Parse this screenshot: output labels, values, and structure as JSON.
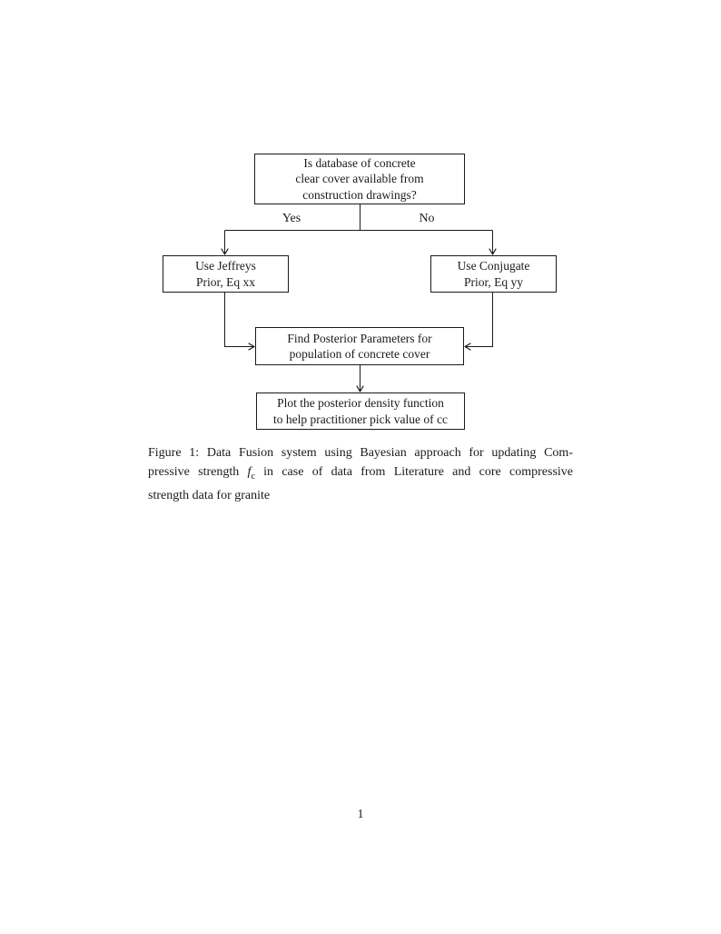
{
  "flowchart": {
    "line_color": "#1a1a1a",
    "nodes": {
      "question": {
        "lines": [
          "Is database of concrete",
          "clear cover available from",
          "construction drawings?"
        ]
      },
      "jeffreys": {
        "lines": [
          "Use Jeffreys",
          "Prior, Eq xx"
        ]
      },
      "conjugate": {
        "lines": [
          "Use Conjugate",
          "Prior, Eq yy"
        ]
      },
      "posterior": {
        "lines": [
          "Find Posterior Parameters for",
          "population of concrete cover"
        ]
      },
      "plot": {
        "lines": [
          "Plot the posterior density function",
          "to help practitioner pick value of cc"
        ]
      }
    },
    "edge_labels": {
      "yes": "Yes",
      "no": "No"
    }
  },
  "caption": {
    "line1": "Figure 1: Data Fusion system using Bayesian approach for updating Com-",
    "line2_pre": "pressive strength",
    "math_f": "f",
    "math_sub": "c",
    "line2_post": "in case of data from Literature and core compressive",
    "line3": "strength data for granite"
  },
  "page": {
    "number": "1"
  }
}
